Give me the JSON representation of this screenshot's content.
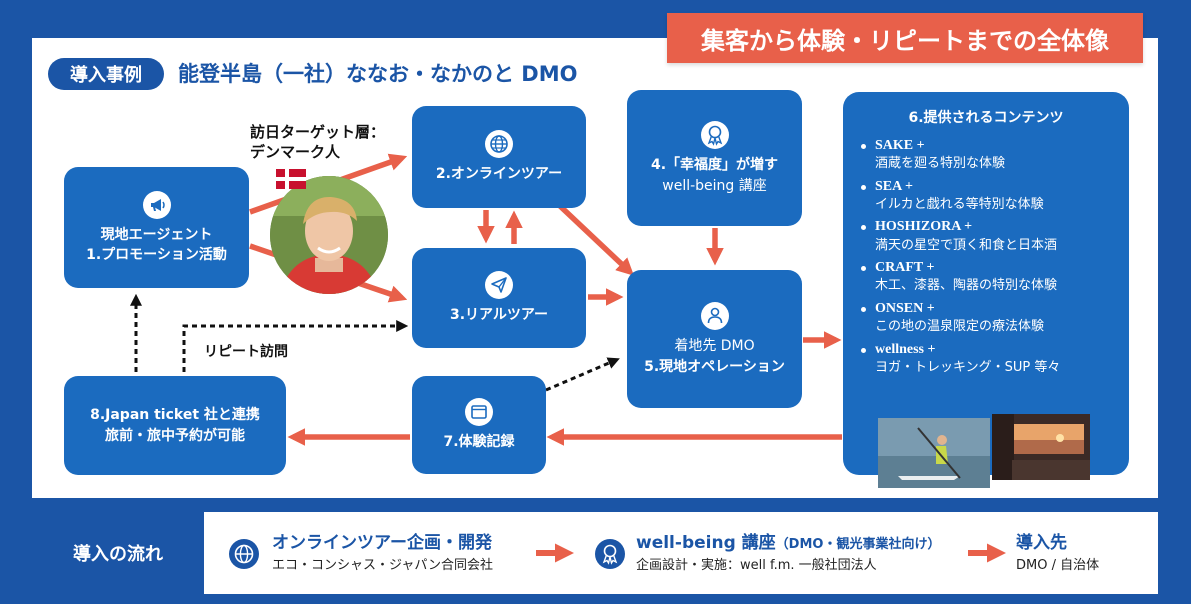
{
  "banner": "集客から体験・リピートまでの全体像",
  "case_label": "導入事例",
  "case_title": "能登半島（一社）ななお・なかのと DMO",
  "target": {
    "line1": "訪日ターゲット層：",
    "line2": "デンマーク人"
  },
  "repeat_label": "リピート訪問",
  "nodes": {
    "n1": {
      "line1": "現地エージェント",
      "line2": "1.プロモーション活動",
      "icon": "megaphone-icon"
    },
    "n2": {
      "line1": "2.オンラインツアー",
      "icon": "globe-icon"
    },
    "n3": {
      "line1": "3.リアルツアー",
      "icon": "paper-plane-icon"
    },
    "n4": {
      "line1": "4.「幸福度」が増す",
      "line2": "well-being 講座",
      "icon": "award-ribbon-icon"
    },
    "n5": {
      "line1": "着地先 DMO",
      "line2": "5.現地オペレーション",
      "icon": "person-icon"
    },
    "n7": {
      "line1": "7.体験記録",
      "icon": "browser-window-icon"
    },
    "n8": {
      "line1": "8.Japan ticket 社と連携",
      "line2": "旅前・旅中予約が可能"
    }
  },
  "contents": {
    "title": "6.提供されるコンテンツ",
    "items": [
      {
        "head": "SAKE +",
        "desc": "酒蔵を廻る特別な体験"
      },
      {
        "head": "SEA +",
        "desc": "イルカと戯れる等特別な体験"
      },
      {
        "head": "HOSHIZORA +",
        "desc": "満天の星空で頂く和食と日本酒"
      },
      {
        "head": "CRAFT +",
        "desc": "木工、漆器、陶器の特別な体験"
      },
      {
        "head": "ONSEN +",
        "desc": "この地の温泉限定の療法体験"
      },
      {
        "head": "wellness +",
        "desc": "ヨガ・トレッキング・SUP 等々"
      }
    ]
  },
  "flow": {
    "label": "導入の流れ",
    "step1": {
      "title": "オンラインツアー企画・開発",
      "sub": "エコ・コンシャス・ジャパン合同会社"
    },
    "step2": {
      "title": "well-being 講座",
      "title_note": "（DMO・観光事業社向け）",
      "sub": "企画設計・実施：well f.m. 一般社団法人"
    },
    "step3": {
      "title": "導入先",
      "sub": "DMO / 自治体"
    }
  },
  "colors": {
    "navy": "#1b55a6",
    "node_blue": "#1b6bbf",
    "arrow_orange": "#e8604a"
  }
}
